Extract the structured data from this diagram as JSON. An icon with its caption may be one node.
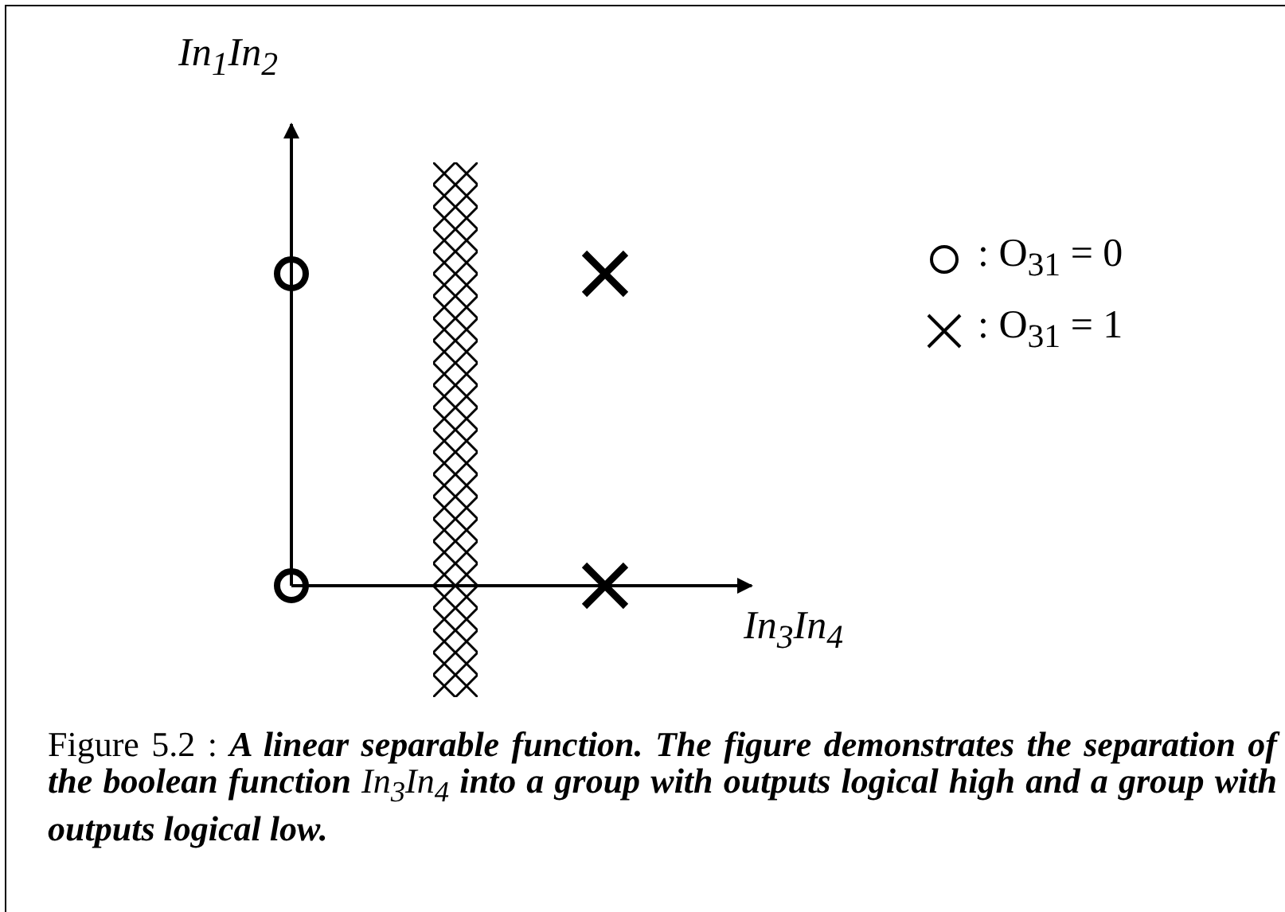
{
  "diagram": {
    "caption": "Figure 5.2 :  **A linear separable function. The figure demonstrates the separation of the boolean function** In$_{3}$In$_{4}$ **into a group with outputs logical high and a group with outputs logical low.**",
    "labels": [
      "In$_{1}$In$_{2}$",
      "In$_{3}$In$_{4}$"
    ],
    "legend": [
      {
        "text": ":  O$_{31}$ = 0"
      },
      {
        "text": ":  O$_{31}$ = 1"
      }
    ]
  }
}
